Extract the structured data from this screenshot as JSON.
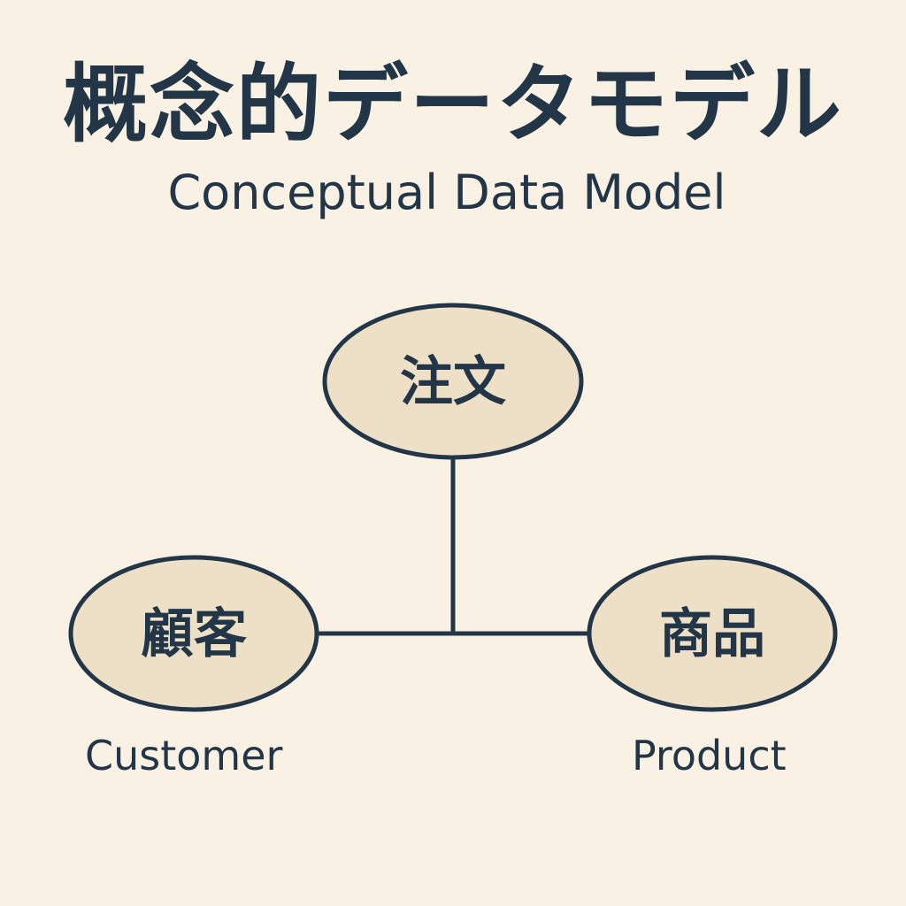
{
  "title": {
    "japanese": "概念的データモデル",
    "english": "Conceptual Data Model"
  },
  "entities": {
    "order": {
      "label": "注文"
    },
    "customer": {
      "label": "顧客",
      "caption": "Customer"
    },
    "product": {
      "label": "商品",
      "caption": "Product"
    }
  },
  "colors": {
    "background": "#f8f1e4",
    "ellipse_fill": "#ede0c6",
    "ink": "#233648"
  }
}
